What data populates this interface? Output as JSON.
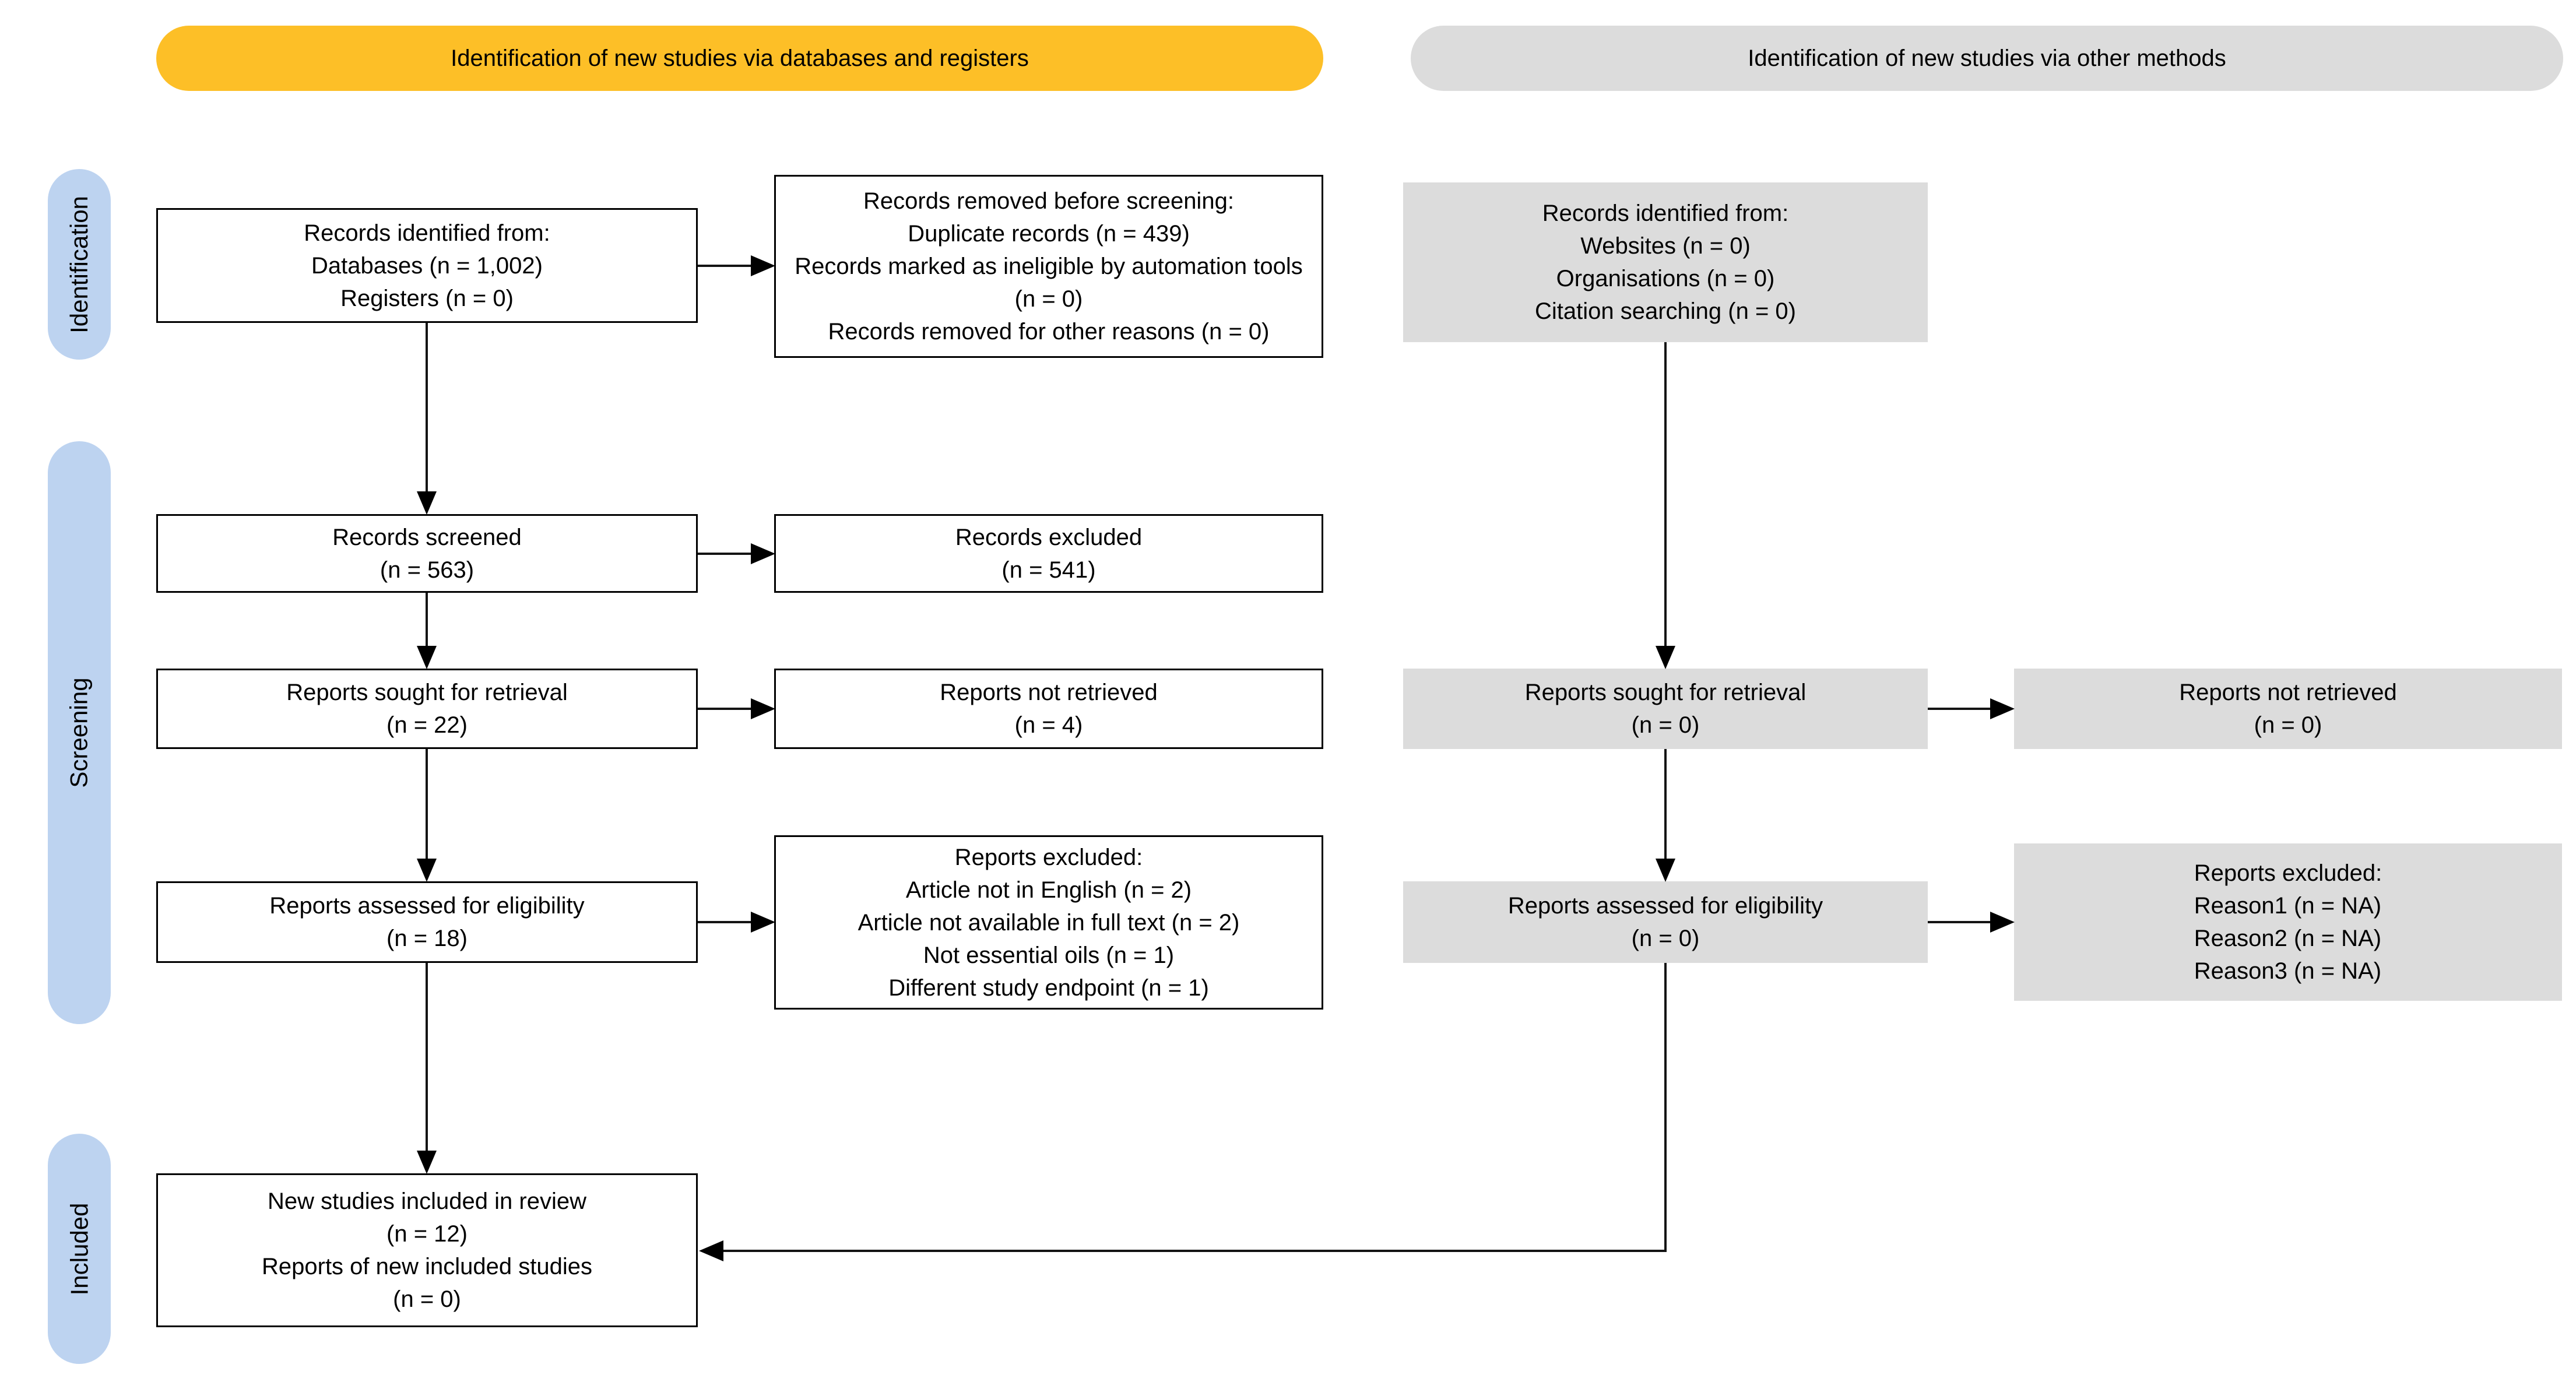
{
  "title": "PRISMA 2020 flow diagram",
  "colors": {
    "header_databases_fill": "#FDBF27",
    "header_other_fill": "#DCDCDC",
    "stage_label_fill": "#BDD3F0",
    "other_method_box_fill": "#DCDCDC",
    "box_border": "#000000",
    "arrow": "#141414"
  },
  "headers": {
    "databases": "Identification of new studies via databases and registers",
    "other": "Identification of new studies via other methods"
  },
  "stages": {
    "identification": "Identification",
    "screening": "Screening",
    "included": "Included"
  },
  "boxes": {
    "records_identified_db": {
      "lines": [
        "Records identified from:",
        "Databases (n = 1,002)",
        "Registers (n = 0)"
      ]
    },
    "records_removed": {
      "lines": [
        "Records removed before screening:",
        "Duplicate records (n = 439)",
        "Records marked as ineligible by automation tools (n = 0)",
        "Records removed for other reasons (n = 0)"
      ]
    },
    "records_identified_other": {
      "lines": [
        "Records identified from:",
        "Websites (n = 0)",
        "Organisations (n = 0)",
        "Citation searching (n = 0)"
      ]
    },
    "records_screened": {
      "lines": [
        "Records screened",
        "(n = 563)"
      ]
    },
    "records_excluded": {
      "lines": [
        "Records excluded",
        "(n = 541)"
      ]
    },
    "reports_sought": {
      "lines": [
        "Reports sought for retrieval",
        "(n = 22)"
      ]
    },
    "reports_not_retrieved": {
      "lines": [
        "Reports not retrieved",
        "(n = 4)"
      ]
    },
    "reports_sought_other": {
      "lines": [
        "Reports sought for retrieval",
        "(n = 0)"
      ]
    },
    "reports_not_retrieved_other": {
      "lines": [
        "Reports not retrieved",
        "(n = 0)"
      ]
    },
    "reports_assessed": {
      "lines": [
        "Reports assessed for eligibility",
        "(n = 18)"
      ]
    },
    "reports_excluded": {
      "lines": [
        "Reports excluded:",
        "Article not in English (n = 2)",
        "Article not available in full text (n = 2)",
        "Not essential oils (n = 1)",
        "Different study endpoint (n = 1)"
      ]
    },
    "reports_assessed_other": {
      "lines": [
        "Reports assessed for eligibility",
        "(n = 0)"
      ]
    },
    "reports_excluded_other": {
      "lines": [
        "Reports excluded:",
        "Reason1 (n = NA)",
        "Reason2 (n = NA)",
        "Reason3 (n = NA)"
      ]
    },
    "included": {
      "lines": [
        "New studies included in review",
        "(n = 12)",
        "Reports of new included studies",
        "(n = 0)"
      ]
    }
  }
}
